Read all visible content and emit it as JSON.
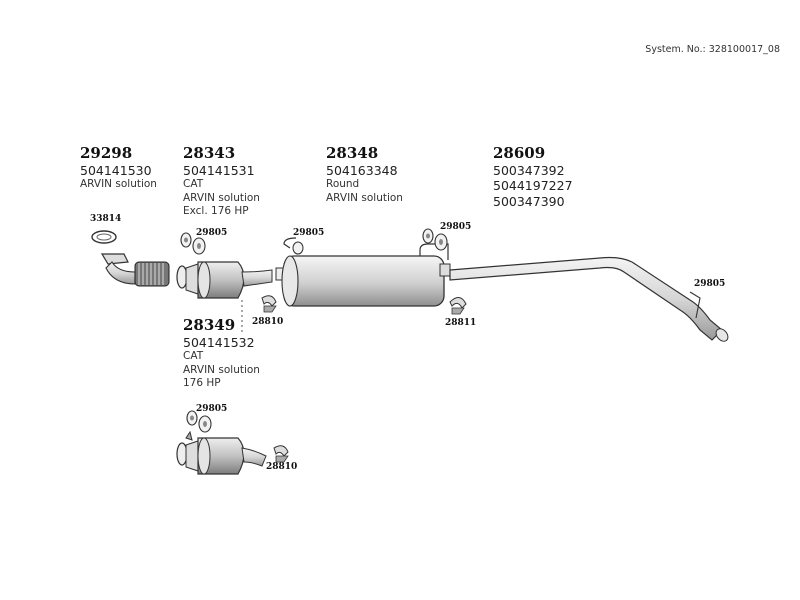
{
  "system": {
    "label": "System. No.: 328100017_08"
  },
  "groups": {
    "g29298": {
      "number": "29298",
      "part": "504141530",
      "note1": "ARVIN solution"
    },
    "g28343": {
      "number": "28343",
      "part": "504141531",
      "note1": "CAT",
      "note2": "ARVIN solution",
      "note3": "Excl. 176 HP"
    },
    "g28348": {
      "number": "28348",
      "part": "504163348",
      "note1": "Round",
      "note2": "ARVIN solution"
    },
    "g28609": {
      "number": "28609",
      "part1": "500347392",
      "part2": "5044197227",
      "part3": "500347390"
    },
    "g28349": {
      "number": "28349",
      "part": "504141532",
      "note1": "CAT",
      "note2": "ARVIN solution",
      "note3": "176 HP"
    }
  },
  "callouts": {
    "c33814": "33814",
    "c29805_a": "29805",
    "c29805_b": "29805",
    "c29805_c": "29805",
    "c29805_d": "29805",
    "c29805_e": "29805",
    "c28810_a": "28810",
    "c28810_b": "28810",
    "c28811": "28811"
  }
}
